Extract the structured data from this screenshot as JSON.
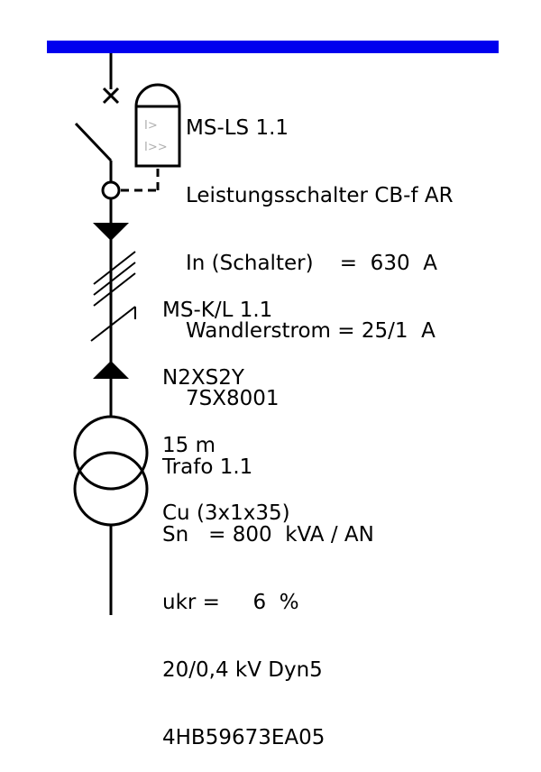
{
  "colors": {
    "busbar": "#0000ee",
    "line": "#000000",
    "background": "#ffffff"
  },
  "breaker": {
    "name": "MS-LS 1.1",
    "type": "Leistungsschalter CB-f AR",
    "rated_current": "In (Schalter)    =  630  A",
    "ct_ratio": "Wandlerstrom = 25/1  A",
    "order_no": "7SX8001",
    "relay_marks": [
      "I>",
      "I>>"
    ]
  },
  "cable": {
    "name": "MS-K/L 1.1",
    "type": "N2XS2Y",
    "length": "15 m",
    "conductor": "Cu (3x1x35)"
  },
  "transformer": {
    "name": "Trafo 1.1",
    "rating": "Sn   = 800  kVA / AN",
    "ukr": "ukr =     6  %",
    "voltage": "20/0,4 kV Dyn5",
    "order_no": "4HB59673EA05"
  }
}
